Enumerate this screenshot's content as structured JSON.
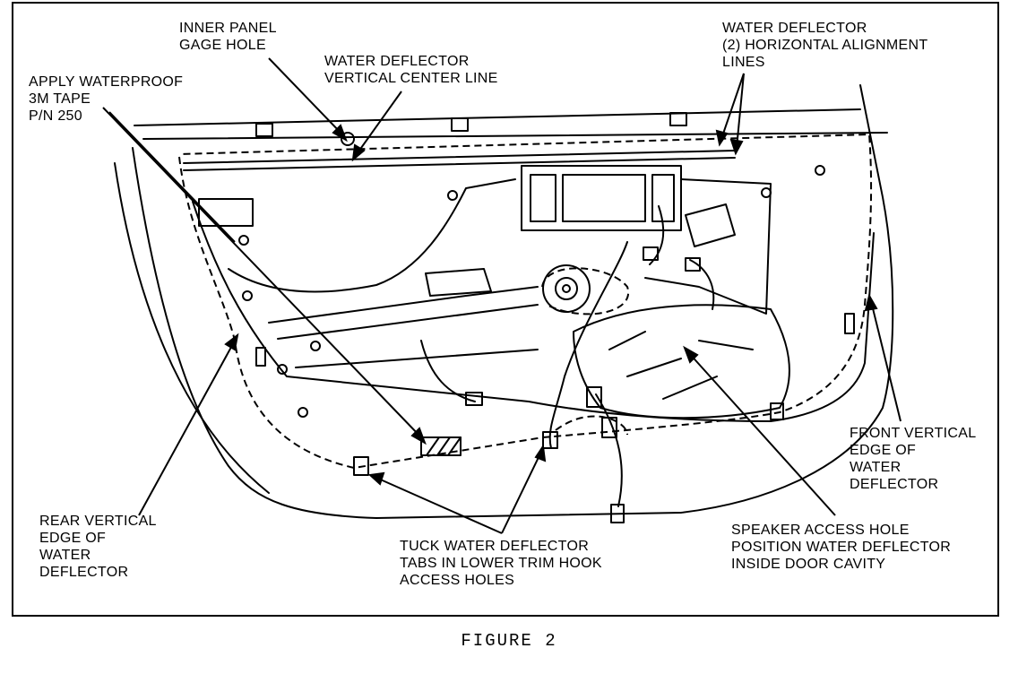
{
  "labels": {
    "inner_panel_gage_hole": "INNER PANEL\nGAGE HOLE",
    "water_deflector_vertical_center_line": "WATER DEFLECTOR\nVERTICAL CENTER LINE",
    "apply_waterproof_tape": "APPLY WATERPROOF\n3M TAPE\nP/N 250",
    "water_deflector_horizontal_alignment_lines": "WATER DEFLECTOR\n(2) HORIZONTAL ALIGNMENT\nLINES",
    "front_vertical_edge": "FRONT VERTICAL\nEDGE OF\nWATER\nDEFLECTOR",
    "rear_vertical_edge": "REAR VERTICAL\nEDGE OF\nWATER\nDEFLECTOR",
    "tuck_water_deflector_tabs": "TUCK WATER DEFLECTOR\nTABS IN LOWER TRIM HOOK\nACCESS HOLES",
    "speaker_access_hole": "SPEAKER ACCESS HOLE\nPOSITION WATER DEFLECTOR\nINSIDE DOOR CAVITY"
  },
  "caption": "FIGURE 2"
}
